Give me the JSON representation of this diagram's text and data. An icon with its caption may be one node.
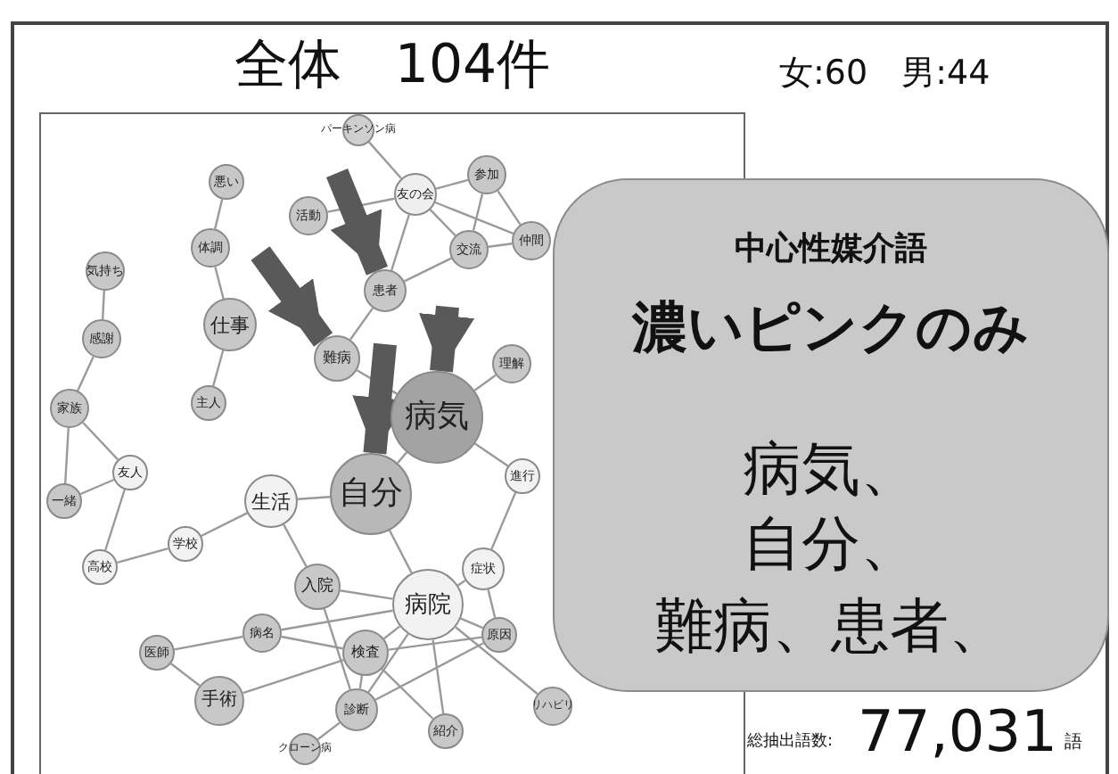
{
  "diagram": {
    "title": "全体　104件",
    "nodes": [
      {
        "text": [
          "パーキンソン病"
        ]
      },
      {
        "text": [
          "悪い"
        ]
      },
      {
        "text": [
          "友の会"
        ]
      },
      {
        "text": [
          "参加"
        ]
      },
      {
        "text": [
          "活動"
        ]
      },
      {
        "text": [
          "体調"
        ]
      },
      {
        "text": [
          "交流"
        ]
      },
      {
        "text": [
          "仲間"
        ]
      },
      {
        "text": [
          "気持ち"
        ]
      },
      {
        "text": [
          "患者"
        ]
      },
      {
        "text": [
          "仕事"
        ]
      },
      {
        "text": [
          "感謝"
        ]
      },
      {
        "text": [
          "難病"
        ]
      },
      {
        "text": [
          "理解"
        ]
      },
      {
        "text": [
          "家族"
        ]
      },
      {
        "text": [
          "主人"
        ]
      },
      {
        "text": [
          "病気"
        ]
      },
      {
        "text": [
          "友人"
        ]
      },
      {
        "text": [
          "一緒"
        ]
      },
      {
        "text": [
          "生活"
        ]
      },
      {
        "text": [
          "自分"
        ]
      },
      {
        "text": [
          "進行"
        ]
      },
      {
        "text": [
          "学校"
        ]
      },
      {
        "text": [
          "高校"
        ]
      },
      {
        "text": [
          "症状"
        ]
      },
      {
        "text": [
          "入院"
        ]
      },
      {
        "text": [
          "病院"
        ]
      },
      {
        "text": [
          "病名"
        ]
      },
      {
        "text": [
          "医師"
        ]
      },
      {
        "text": [
          "検査"
        ]
      },
      {
        "text": [
          "原因"
        ]
      },
      {
        "text": [
          "手術"
        ]
      },
      {
        "text": [
          "診断"
        ]
      },
      {
        "text": [
          "リハビリ"
        ]
      },
      {
        "text": [
          "紹介"
        ]
      },
      {
        "text": [
          "クローン病"
        ]
      },
      {
        "text": [
          "中心性媒介語",
          "濃いピンクのみ",
          "病気、",
          "自分、",
          "難病、患者、"
        ]
      }
    ],
    "edges": [
      {
        "from": 0,
        "to": 2,
        "arrow": "none"
      },
      {
        "from": 2,
        "to": 3,
        "arrow": "none"
      },
      {
        "from": 2,
        "to": 4,
        "arrow": "none"
      },
      {
        "from": 2,
        "to": 6,
        "arrow": "none"
      },
      {
        "from": 2,
        "to": 7,
        "arrow": "none"
      },
      {
        "from": 2,
        "to": 9,
        "arrow": "none"
      },
      {
        "from": 3,
        "to": 6,
        "arrow": "none"
      },
      {
        "from": 3,
        "to": 7,
        "arrow": "none"
      },
      {
        "from": 6,
        "to": 9,
        "arrow": "none"
      },
      {
        "from": 6,
        "to": 7,
        "arrow": "none"
      },
      {
        "from": 1,
        "to": 5,
        "arrow": "none"
      },
      {
        "from": 5,
        "to": 10,
        "arrow": "none"
      },
      {
        "from": 10,
        "to": 15,
        "arrow": "none"
      },
      {
        "from": 8,
        "to": 11,
        "arrow": "none"
      },
      {
        "from": 11,
        "to": 14,
        "arrow": "none"
      },
      {
        "from": 14,
        "to": 17,
        "arrow": "none"
      },
      {
        "from": 14,
        "to": 18,
        "arrow": "none"
      },
      {
        "from": 18,
        "to": 17,
        "arrow": "none"
      },
      {
        "from": 17,
        "to": 23,
        "arrow": "none"
      },
      {
        "from": 23,
        "to": 22,
        "arrow": "none"
      },
      {
        "from": 22,
        "to": 19,
        "arrow": "none"
      },
      {
        "from": 19,
        "to": 20,
        "arrow": "none"
      },
      {
        "from": 19,
        "to": 25,
        "arrow": "none"
      },
      {
        "from": 9,
        "to": 12,
        "arrow": "none"
      },
      {
        "from": 12,
        "to": 16,
        "arrow": "none"
      },
      {
        "from": 16,
        "to": 13,
        "arrow": "none"
      },
      {
        "from": 16,
        "to": 20,
        "arrow": "none"
      },
      {
        "from": 16,
        "to": 21,
        "arrow": "none"
      },
      {
        "from": 20,
        "to": 26,
        "arrow": "none"
      },
      {
        "from": 21,
        "to": 24,
        "arrow": "none"
      },
      {
        "from": 24,
        "to": 26,
        "arrow": "none"
      },
      {
        "from": 24,
        "to": 30,
        "arrow": "none"
      },
      {
        "from": 25,
        "to": 26,
        "arrow": "none"
      },
      {
        "from": 25,
        "to": 32,
        "arrow": "none"
      },
      {
        "from": 27,
        "to": 28,
        "arrow": "none"
      },
      {
        "from": 27,
        "to": 29,
        "arrow": "none"
      },
      {
        "from": 27,
        "to": 26,
        "arrow": "none"
      },
      {
        "from": 28,
        "to": 31,
        "arrow": "none"
      },
      {
        "from": 31,
        "to": 29,
        "arrow": "none"
      },
      {
        "from": 29,
        "to": 26,
        "arrow": "none"
      },
      {
        "from": 29,
        "to": 30,
        "arrow": "none"
      },
      {
        "from": 29,
        "to": 34,
        "arrow": "none"
      },
      {
        "from": 29,
        "to": 32,
        "arrow": "none"
      },
      {
        "from": 26,
        "to": 32,
        "arrow": "none"
      },
      {
        "from": 26,
        "to": 30,
        "arrow": "none"
      },
      {
        "from": 26,
        "to": 34,
        "arrow": "none"
      },
      {
        "from": 26,
        "to": 33,
        "arrow": "none"
      },
      {
        "from": 32,
        "to": 30,
        "arrow": "none"
      },
      {
        "from": 35,
        "to": 32,
        "arrow": "none"
      },
      {
        "from": null,
        "to": 9,
        "arrow": "to",
        "style": "thick",
        "color": "#595959"
      },
      {
        "from": null,
        "to": 12,
        "arrow": "to",
        "style": "thick",
        "color": "#595959"
      },
      {
        "from": null,
        "to": 16,
        "arrow": "to",
        "style": "thick",
        "color": "#595959"
      },
      {
        "from": null,
        "to": 20,
        "arrow": "to",
        "style": "thick",
        "color": "#595959"
      }
    ],
    "labels": [
      "女:60　男:44",
      "総抽出語数:",
      "77,031",
      "語"
    ]
  }
}
